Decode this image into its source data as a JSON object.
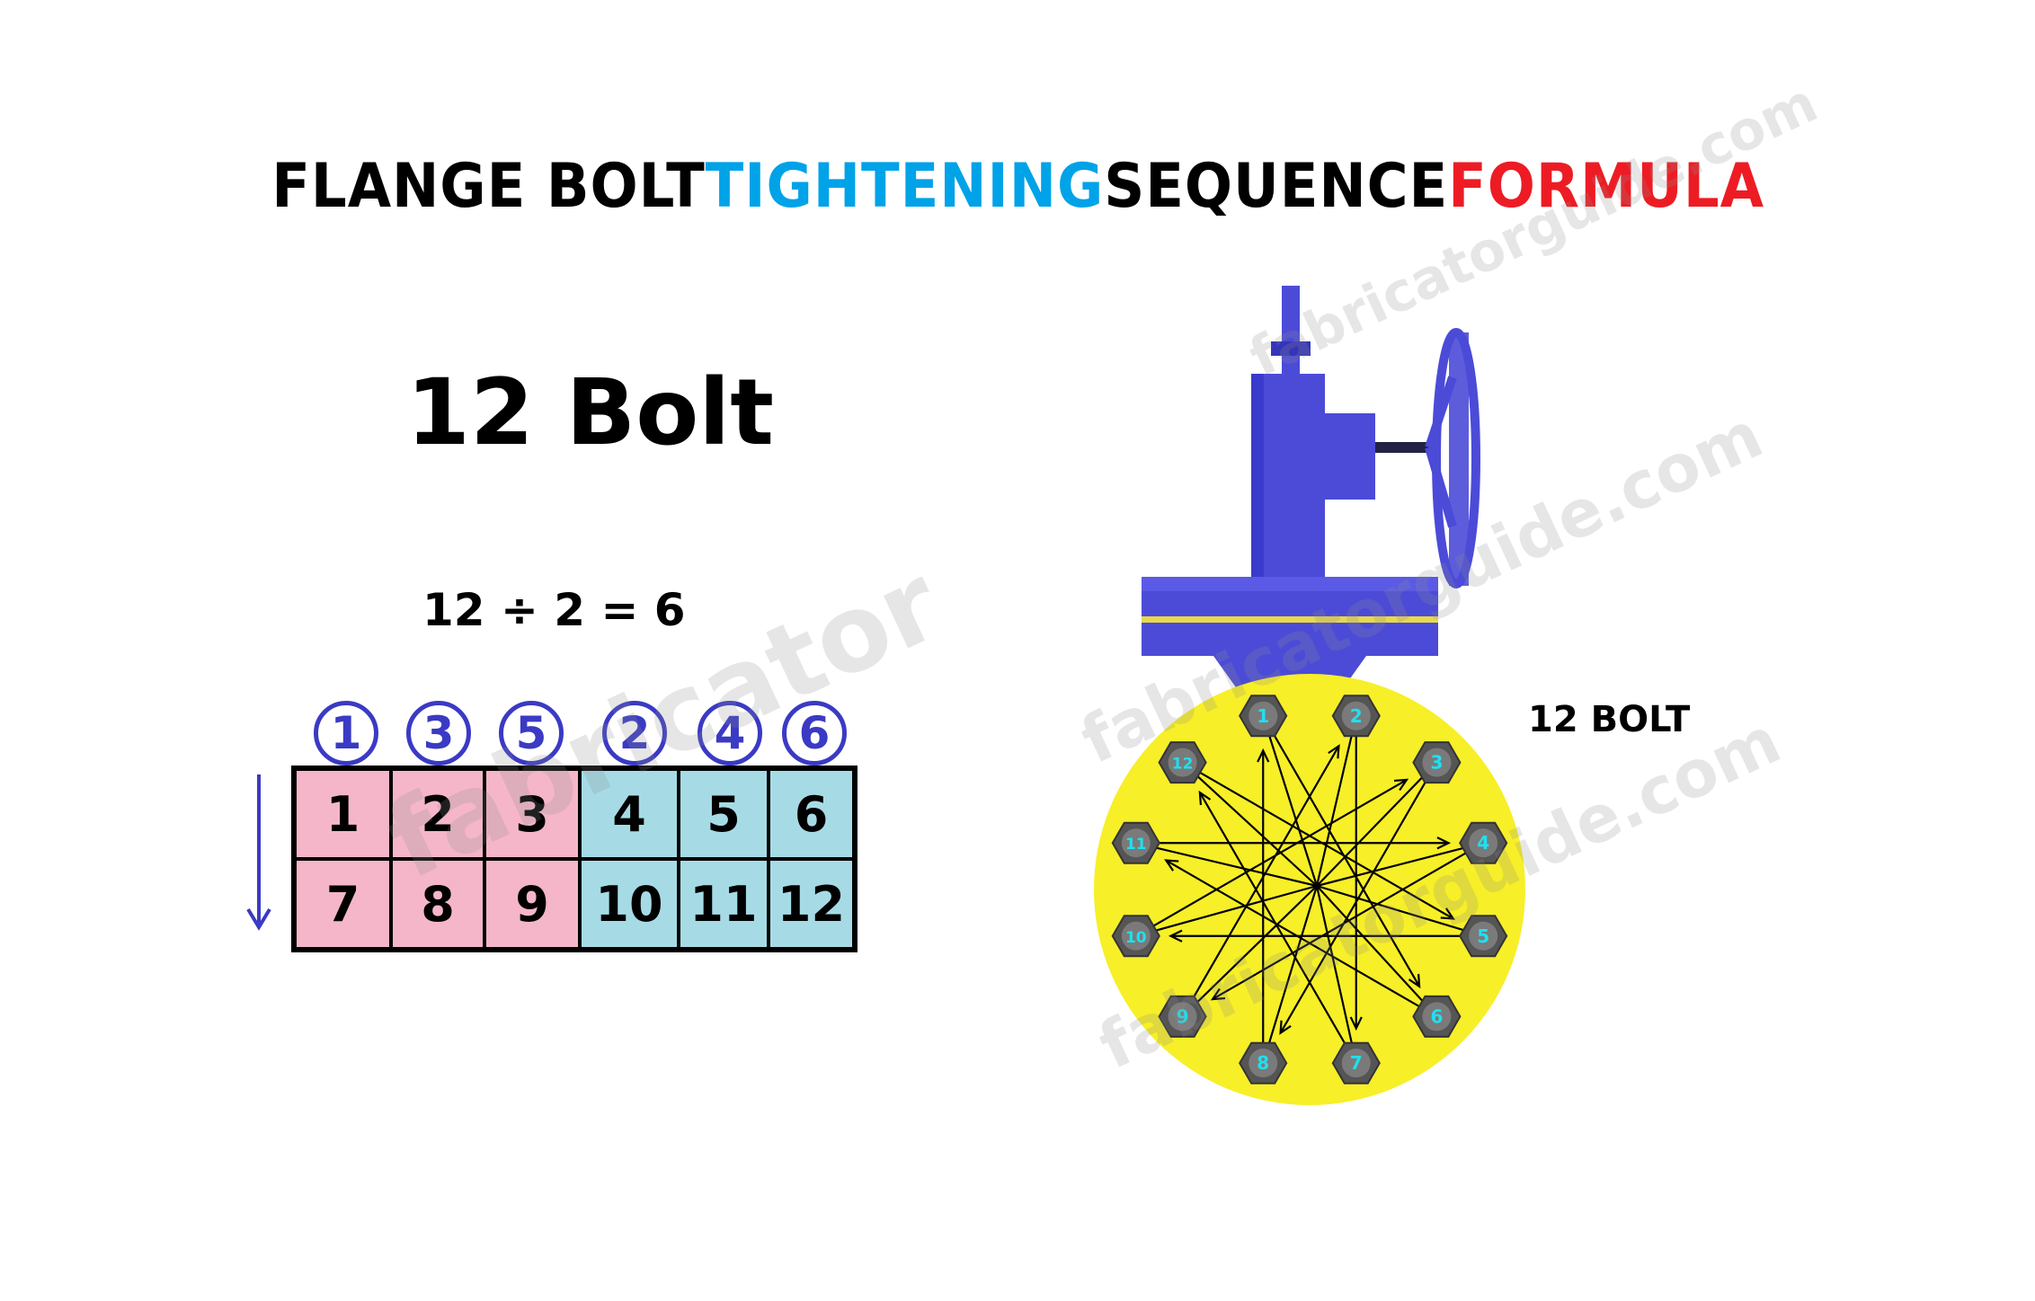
{
  "title": {
    "part1": "FLANGE BOLT ",
    "part2": "TIGHTENING",
    "part3": " SEQUENCE ",
    "part4": "FORMULA"
  },
  "heading": "12 Bolt",
  "formula": "12 ÷ 2 = 6",
  "side_label": "12 BOLT",
  "sequence_order": [
    "1",
    "3",
    "5",
    "2",
    "4",
    "6"
  ],
  "grid_rows": [
    [
      "1",
      "2",
      "3",
      "4",
      "5",
      "6"
    ],
    [
      "7",
      "8",
      "9",
      "10",
      "11",
      "12"
    ]
  ],
  "bolt_labels": [
    "1",
    "2",
    "3",
    "4",
    "5",
    "6",
    "7",
    "8",
    "9",
    "10",
    "11",
    "12"
  ],
  "watermarks": [
    "fabricator",
    "fabricatorguide.com",
    "fabricatorguide.com",
    "fabricatorguide.com"
  ],
  "colors": {
    "title_black": "#000000",
    "title_blue": "#00a2e8",
    "title_red": "#ed1c24",
    "valve_blue": "#4b4bd8",
    "flange_yellow": "#f7ef28",
    "bolt_number": "#1fe0ef",
    "sequence_circle": "#3a3ac4",
    "pink_cell": "#f4b6c8",
    "blue_cell": "#a6dbe6"
  }
}
